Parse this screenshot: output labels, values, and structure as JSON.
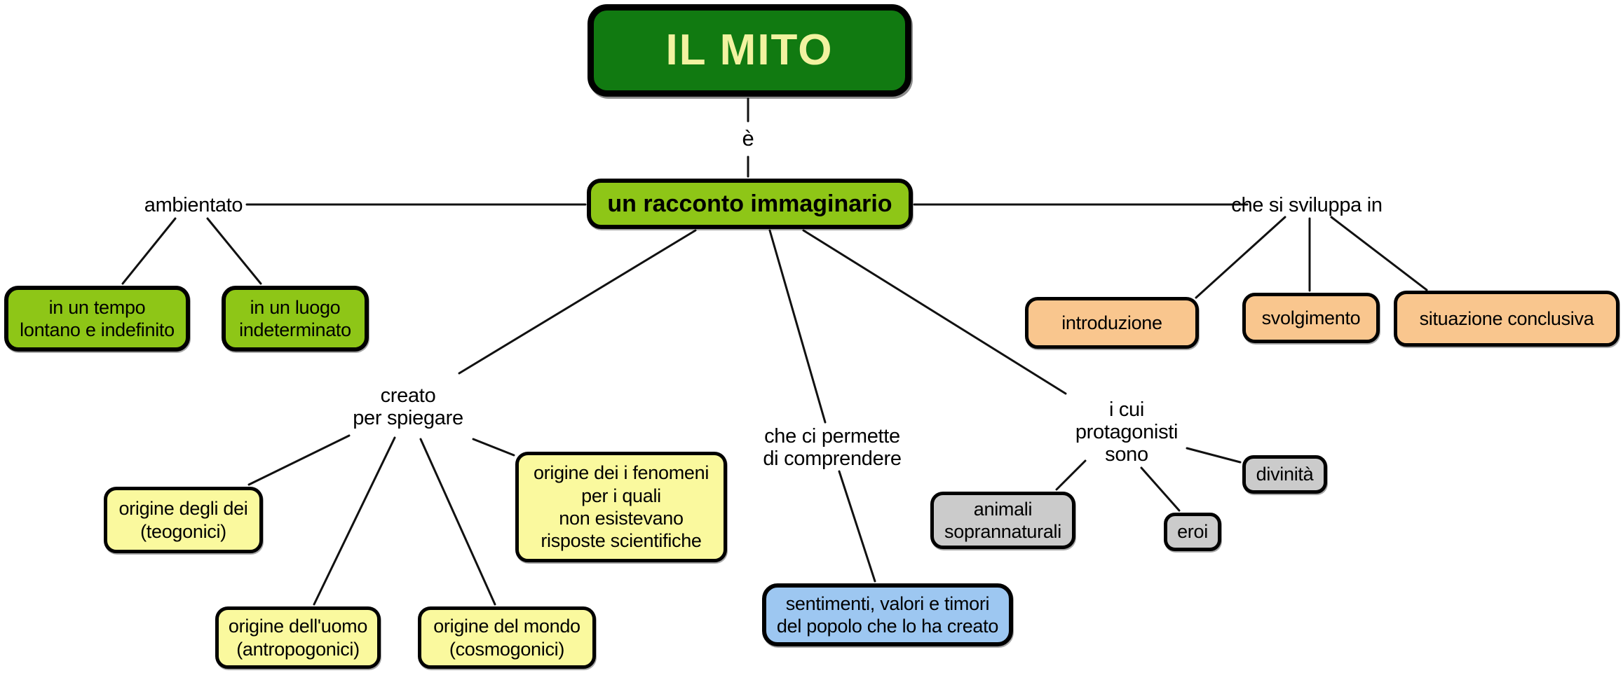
{
  "map": {
    "root_label": "IL MITO",
    "nodes": {
      "racconto": "un racconto immaginario",
      "tempo": "in un tempo\nlontano e indefinito",
      "luogo": "in un luogo\nindeterminato",
      "introduzione": "introduzione",
      "svolgimento": "svolgimento",
      "situazione": "situazione conclusiva",
      "teogonici": "origine degli dei\n(teogonici)",
      "antropogonici": "origine dell'uomo\n(antropogonici)",
      "cosmogonici": "origine del mondo\n(cosmogonici)",
      "fenomeni": "origine dei i fenomeni\nper i quali\nnon esistevano\nrisposte scientifiche",
      "sentimenti": "sentimenti, valori e timori\ndel popolo che lo ha creato",
      "animali": "animali\nsoprannaturali",
      "eroi": "eroi",
      "divinita": "divinità"
    },
    "linking_phrases": {
      "e": "è",
      "ambientato": "ambientato",
      "sviluppa": "che si sviluppa in",
      "creato": "creato\nper spiegare",
      "permette": "che ci permette\ndi comprendere",
      "protagonisti": "i cui\nprotagonisti\nsono"
    },
    "colors": {
      "canvas": "#FFFFFF",
      "root_bg": "#117A11",
      "root_text": "#F2F2A0",
      "green_bg": "#8EC617",
      "orange_bg": "#F9C68E",
      "yellow_bg": "#FAF99E",
      "blue_bg": "#9DC7F1",
      "gray_bg": "#CBCBCB",
      "line": "#111111",
      "node_text": "#000000"
    }
  }
}
